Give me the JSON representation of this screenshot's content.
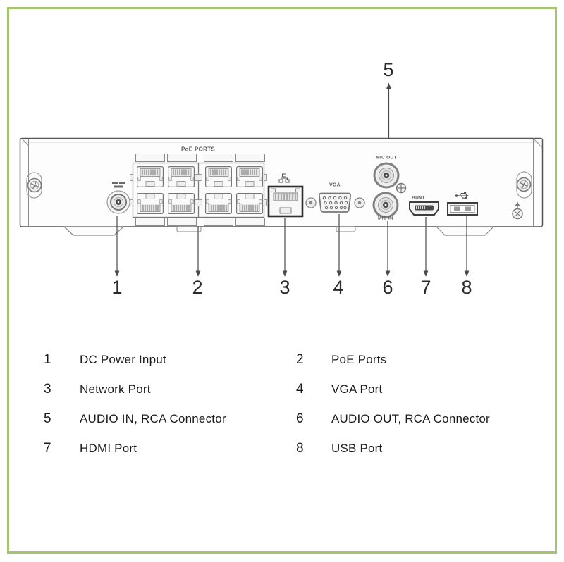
{
  "panel": {
    "poe_label": "PoE PORTS",
    "vga_label": "VGA",
    "mic_out_label": "MIC OUT",
    "mic_in_label": "MIC IN",
    "hdmi_label": "HDMI"
  },
  "callouts": {
    "top": {
      "num": "5"
    },
    "bottom": [
      {
        "num": "1"
      },
      {
        "num": "2"
      },
      {
        "num": "3"
      },
      {
        "num": "4"
      },
      {
        "num": "6"
      },
      {
        "num": "7"
      },
      {
        "num": "8"
      }
    ]
  },
  "legend": {
    "rows": [
      {
        "left": {
          "num": "1",
          "label": "DC Power Input"
        },
        "right": {
          "num": "2",
          "label": "PoE Ports"
        }
      },
      {
        "left": {
          "num": "3",
          "label": "Network Port"
        },
        "right": {
          "num": "4",
          "label": "VGA Port"
        }
      },
      {
        "left": {
          "num": "5",
          "label": "AUDIO IN, RCA Connector"
        },
        "right": {
          "num": "6",
          "label": "AUDIO OUT, RCA Connector"
        }
      },
      {
        "left": {
          "num": "7",
          "label": "HDMI Port"
        },
        "right": {
          "num": "8",
          "label": "USB Port"
        }
      }
    ]
  },
  "colors": {
    "frame_green": "#a4c46e",
    "line_gray": "#4a4a4a",
    "text_dark": "#1b1b1b"
  }
}
